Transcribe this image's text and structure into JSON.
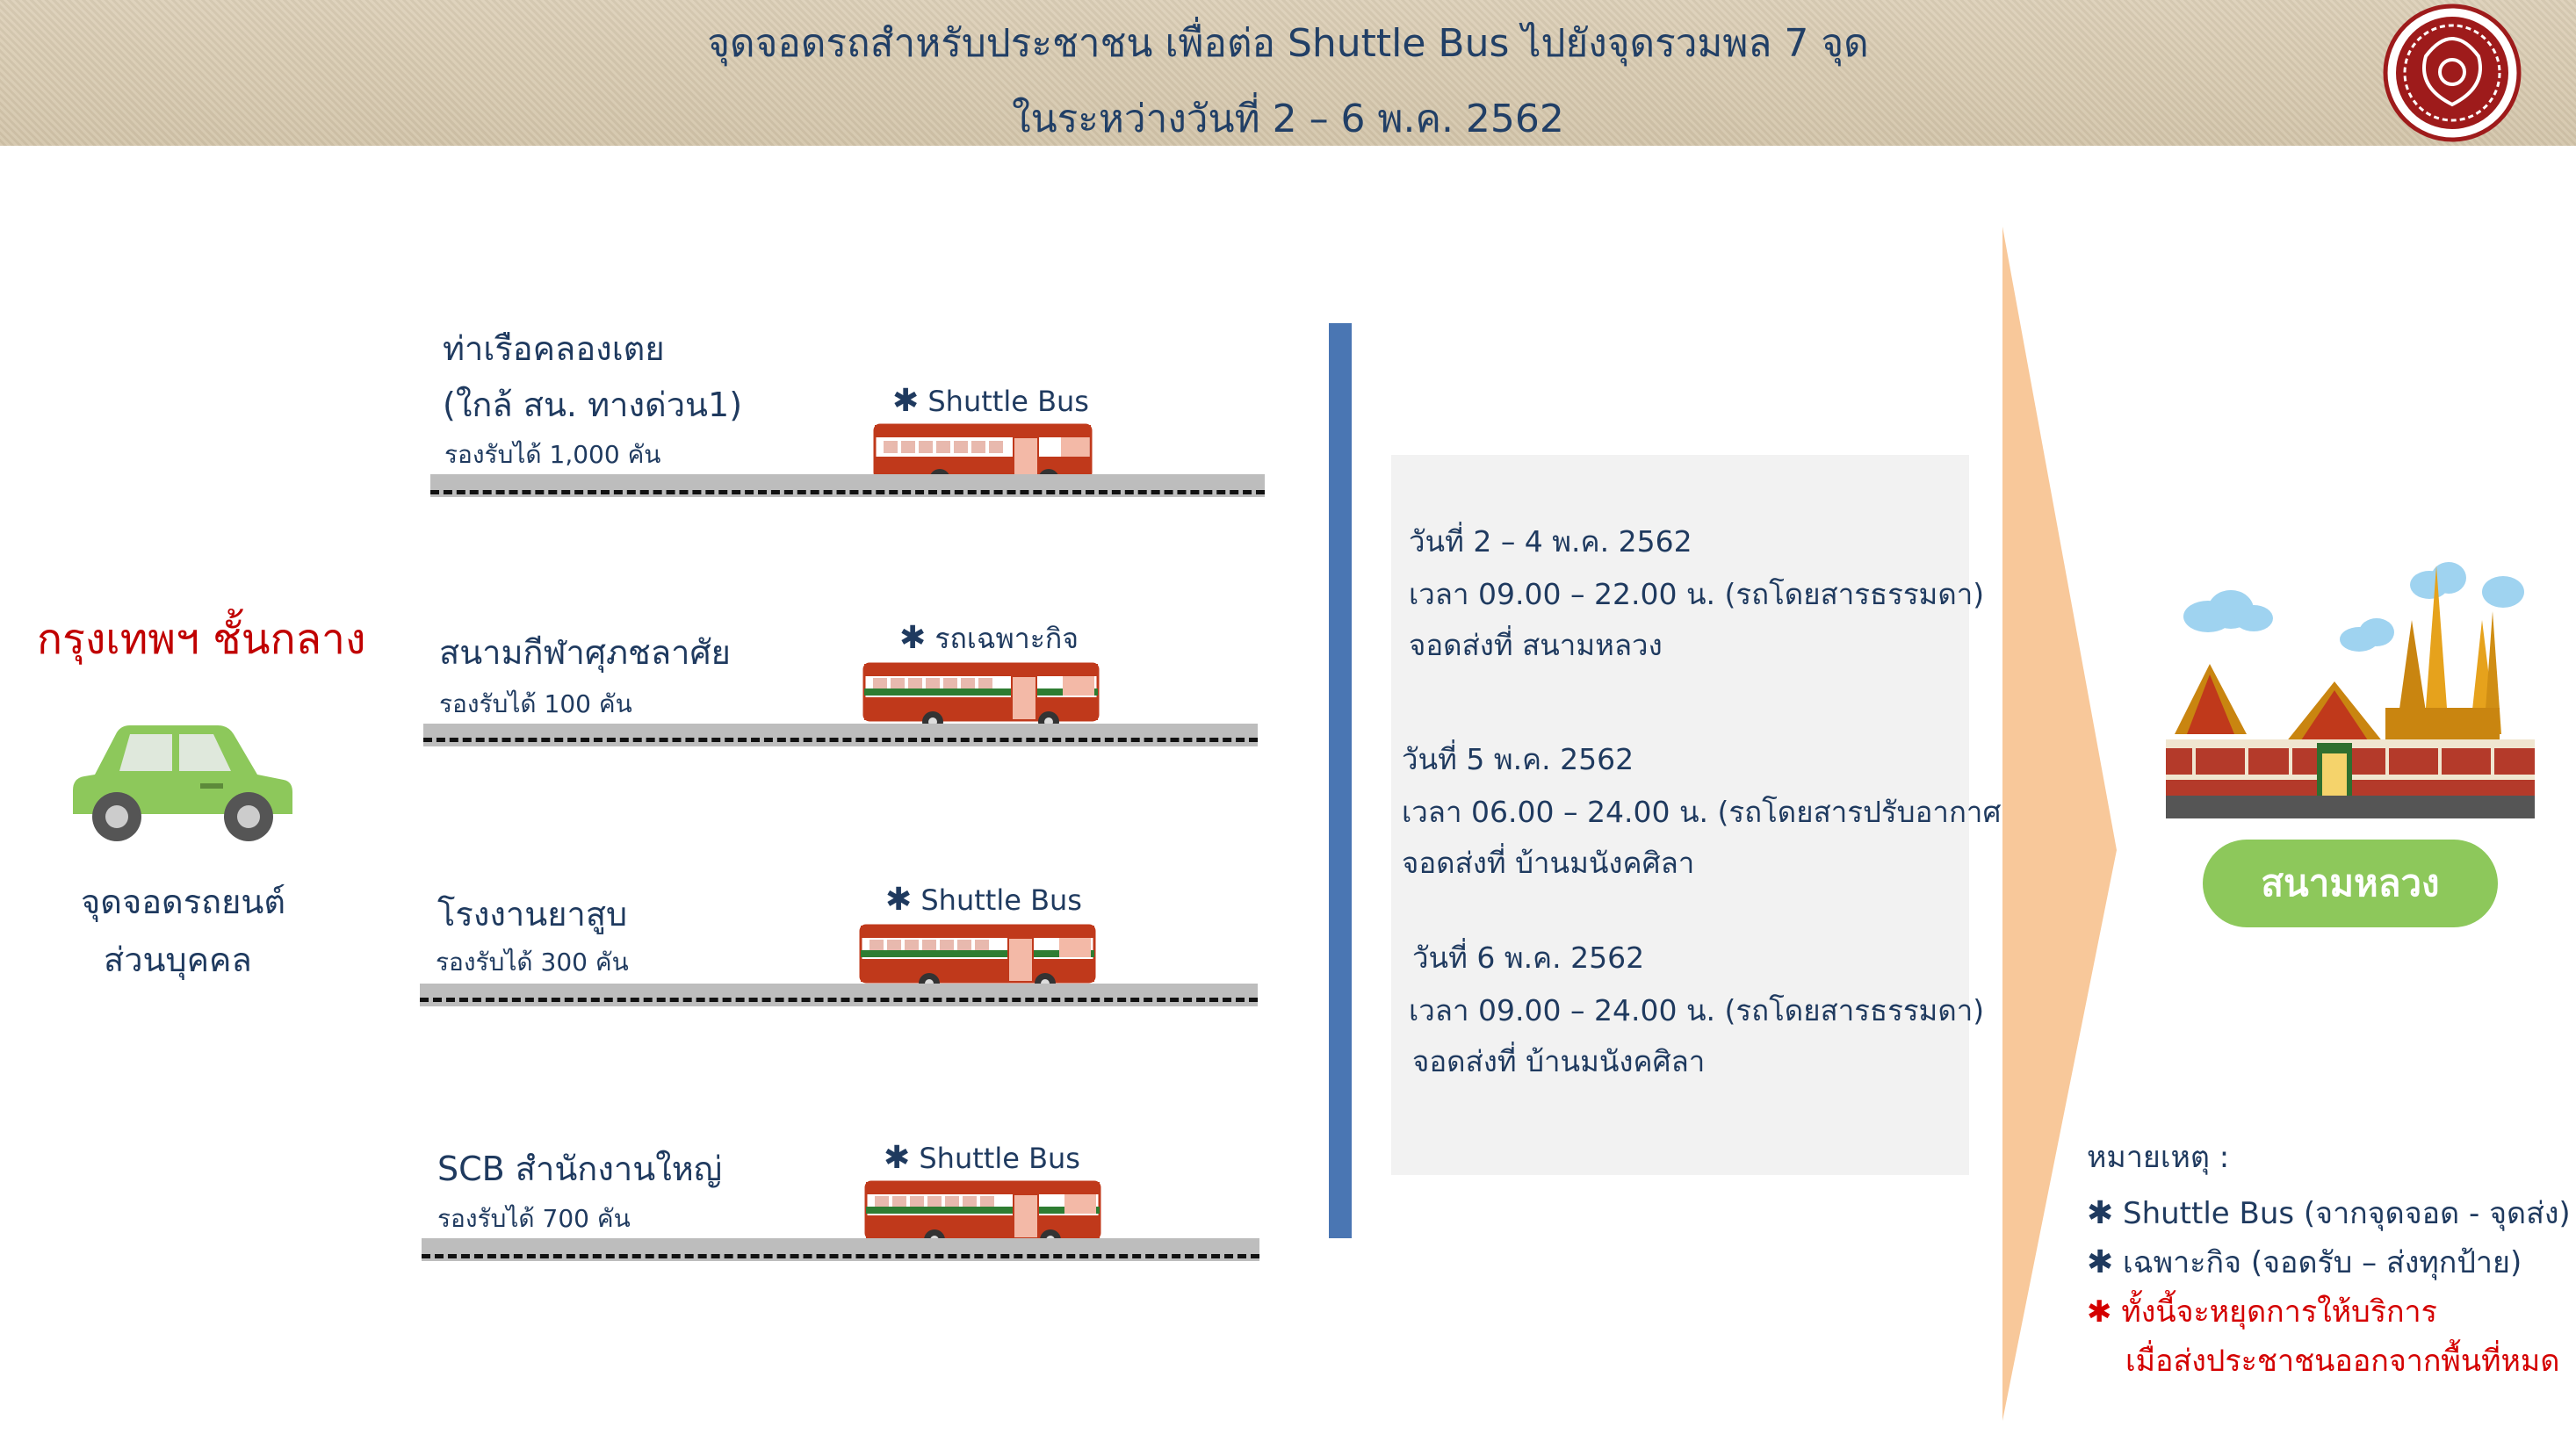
{
  "header": {
    "title_line1": "จุดจอดรถสำหรับประชาชน เพื่อต่อ Shuttle Bus ไปยังจุดรวมพล 7 จุด",
    "title_line2": "ในระหว่างวันที่ 2 – 6 พ.ค. 2562"
  },
  "left": {
    "region": "กรุงเทพฯ ชั้นกลาง",
    "car_label_line1": "จุดจอดรถยนต์",
    "car_label_line2": "ส่วนบุคคล"
  },
  "routes": [
    {
      "name_line1": "ท่าเรือคลองเตย",
      "name_line2": "(ใกล้ สน. ทางด่วน1)",
      "capacity": "รองรับได้ 1,000 คัน",
      "service_star": "✱",
      "service": "Shuttle Bus"
    },
    {
      "name_line1": "สนามกีฬาศุภชลาศัย",
      "capacity": "รองรับได้ 100 คัน",
      "service_star": "✱",
      "service": "รถเฉพาะกิจ"
    },
    {
      "name_line1": "โรงงานยาสูบ",
      "capacity": "รองรับได้ 300 คัน",
      "service_star": "✱",
      "service": "Shuttle Bus"
    },
    {
      "name_line1": "SCB สำนักงานใหญ่",
      "capacity": "รองรับได้ 700 คัน",
      "service_star": "✱",
      "service": "Shuttle Bus"
    }
  ],
  "schedule": [
    {
      "date": "วันที่ 2 – 4 พ.ค. 2562",
      "time": "เวลา 09.00 – 22.00 น. (รถโดยสารธรรมดา)",
      "drop": "จอดส่งที่  สนามหลวง"
    },
    {
      "date": "วันที่ 5 พ.ค. 2562",
      "time": "เวลา 06.00 – 24.00 น. (รถโดยสารปรับอากาศ)",
      "drop": "จอดส่งที่ บ้านมนังคศิลา"
    },
    {
      "date": "วันที่ 6 พ.ค. 2562",
      "time": "เวลา 09.00 – 24.00 น. (รถโดยสารธรรมดา)",
      "drop": "จอดส่งที่ บ้านมนังคศิลา"
    }
  ],
  "destination": {
    "label": "สนามหลวง"
  },
  "notes": {
    "heading": "หมายเหตุ :",
    "star": "✱",
    "note1": "Shuttle Bus (จากจุดจอด - จุดส่ง)",
    "note2": "เฉพาะกิจ (จอดรับ – ส่งทุกป้าย)",
    "note3_line1": "ทั้งนี้จะหยุดการให้บริการ",
    "note3_line2": "เมื่อส่งประชาชนออกจากพื้นที่หมด"
  },
  "colors": {
    "navy": "#1f3a5f",
    "red": "#c00000",
    "green": "#8dc85b",
    "blue_divider": "#4a76b3",
    "arrow": "#f8c89a",
    "bus_red": "#c0391b"
  },
  "icons": [
    "seal-logo-icon",
    "car-icon",
    "bus-icon",
    "temple-icon",
    "arrow-icon"
  ]
}
